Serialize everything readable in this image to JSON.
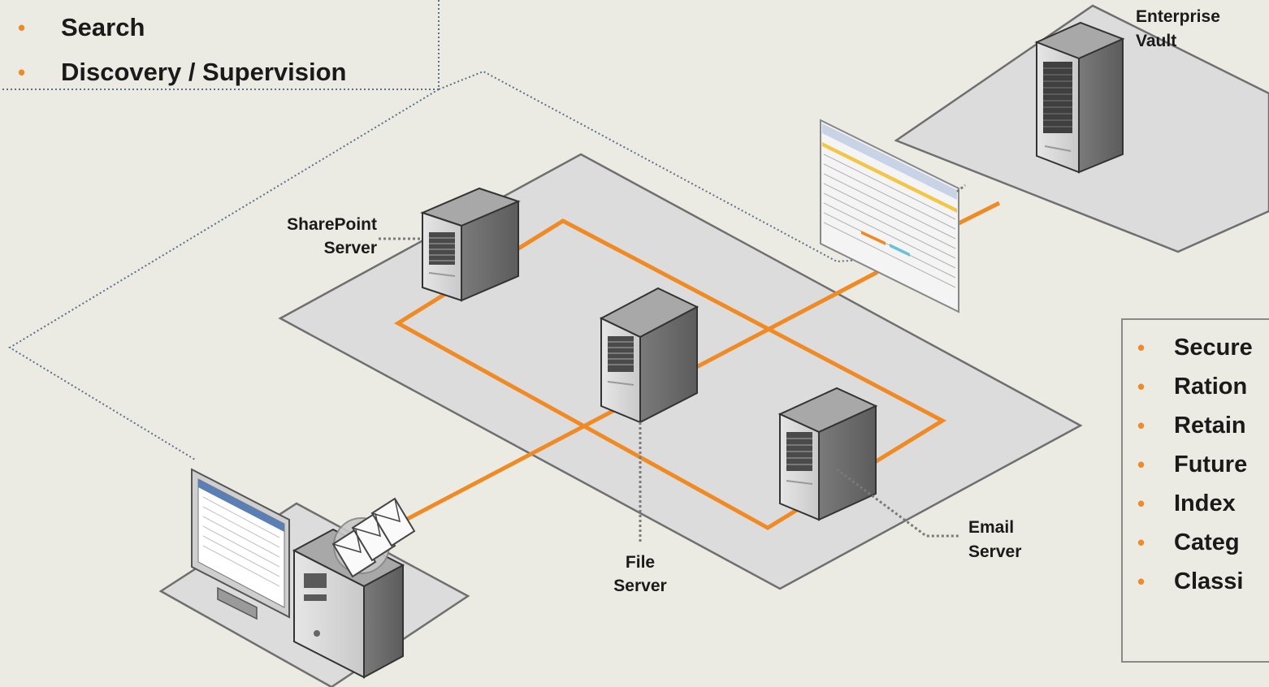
{
  "left_panel": {
    "items": [
      "Search",
      "Discovery / Supervision"
    ]
  },
  "right_panel": {
    "items": [
      "Secure",
      "Ration",
      "Retain",
      "Future",
      "Index",
      "Categ",
      "Classi"
    ]
  },
  "nodes": {
    "sharepoint": [
      "SharePoint",
      "Server"
    ],
    "file": [
      "File",
      "Server"
    ],
    "email": [
      "Email",
      "Server"
    ],
    "vault": [
      "Enterprise",
      "Vault"
    ]
  },
  "colors": {
    "background": "#ecebe3",
    "accent": "#f08a24",
    "platform_fill": "#dcdcdc",
    "platform_stroke": "#6f6f6f",
    "server_body": "#6b6b6b"
  }
}
